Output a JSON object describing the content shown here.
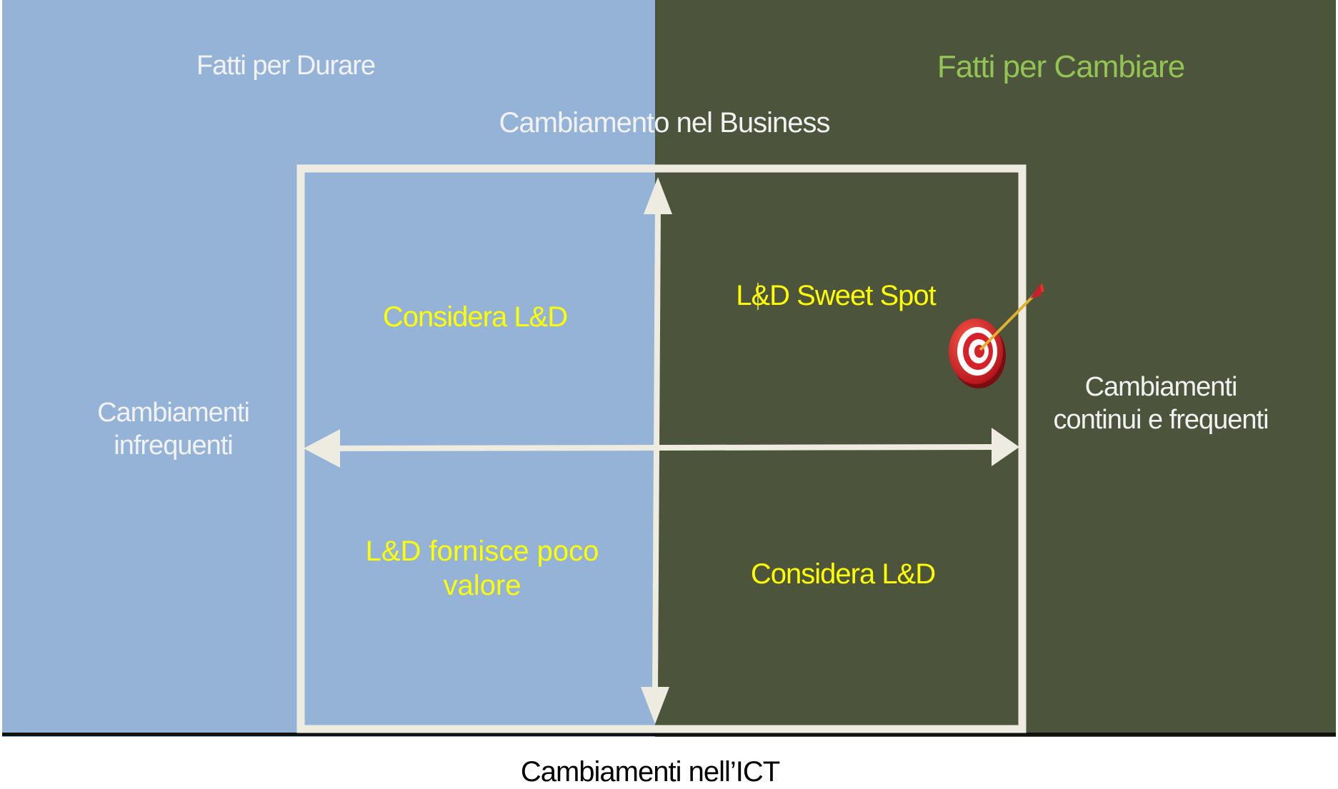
{
  "colors": {
    "left_panel": "#95b3d7",
    "right_panel": "#4c553c",
    "frame": "#eeece1",
    "quadrant_text": "#ffff00",
    "title_right": "#92c353",
    "title_left": "#f2f2f2"
  },
  "titles": {
    "left": "Fatti per Durare",
    "right": "Fatti per Cambiare"
  },
  "axes": {
    "top": "Cambiamento nel Business",
    "left": "Cambiamenti infrequenti",
    "right": "Cambiamenti continui e frequenti",
    "bottom": "Cambiamenti nell’ICT"
  },
  "quadrants": {
    "top_left": "Considera L&D",
    "top_right": "L&D Sweet Spot",
    "bottom_left": "L&D fornisce poco valore",
    "bottom_right": "Considera L&D"
  },
  "icons": {
    "target": "bullseye-target-icon"
  }
}
